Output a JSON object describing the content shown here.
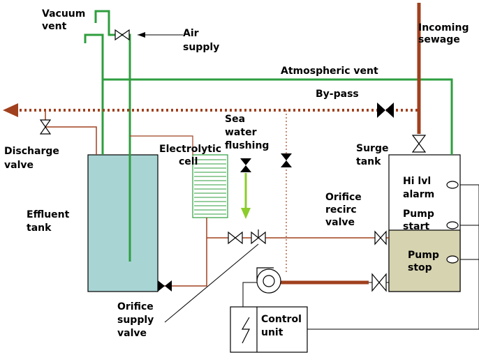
{
  "labels": {
    "vacuum_vent": [
      "Vacuum",
      "vent"
    ],
    "air_supply": [
      "Air",
      "supply"
    ],
    "incoming_sewage": [
      "Incoming",
      "sewage"
    ],
    "atmospheric_vent": "Atmospheric vent",
    "by_pass": "By-pass",
    "discharge_valve": [
      "Discharge",
      "valve"
    ],
    "electrolytic_cell": [
      "Electrolytic",
      "cell"
    ],
    "sea_water_flushing": [
      "Sea",
      "water",
      "flushing"
    ],
    "surge_tank": [
      "Surge",
      "tank"
    ],
    "effluent_tank": [
      "Effluent",
      "tank"
    ],
    "hi_lvl_alarm": [
      "Hi lvl",
      "alarm"
    ],
    "pump_start": [
      "Pump",
      "start"
    ],
    "pump_stop": [
      "Pump",
      "stop"
    ],
    "orifice_recirc_valve": [
      "Orifice",
      "recirc",
      "valve"
    ],
    "orifice_supply_valve": [
      "Orifice",
      "supply",
      "valve"
    ],
    "control_unit": [
      "Control",
      "unit"
    ]
  },
  "colors": {
    "sewage_pipe": "#a0401e",
    "vent_pipe": "#2e9e3e",
    "sea_water": "#8ccc2c",
    "effluent_tank_fill": "#a8d4d4",
    "pump_stop_fill": "#d6d3b0",
    "valve": "#000000",
    "line": "#000000"
  },
  "icons": [
    "gate-valve-icon",
    "pump-icon",
    "lightning-icon",
    "level-switch-icon",
    "flow-arrow-icon"
  ]
}
